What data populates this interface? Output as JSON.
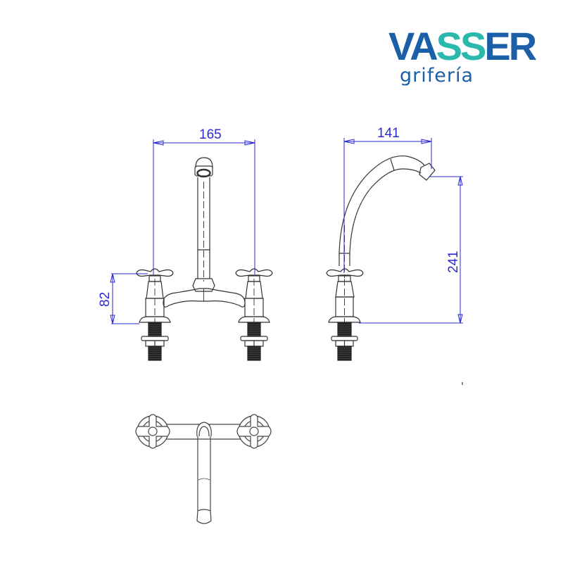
{
  "brand": {
    "name_part1": "VA",
    "name_part2": "SS",
    "name_part3": "ER",
    "subtitle": "grifería",
    "colors": {
      "primary": "#1a5fa8",
      "accent": "#2bb8ad",
      "subtitle": "#1a5fa8"
    }
  },
  "drawing": {
    "line_color": "#333333",
    "dimension_color": "#2a2ad0",
    "front_view": {
      "dimensions": {
        "width_label": "165",
        "height_label": "82"
      }
    },
    "side_view": {
      "dimensions": {
        "reach_label": "141",
        "height_label": "241"
      }
    },
    "top_view": {}
  }
}
